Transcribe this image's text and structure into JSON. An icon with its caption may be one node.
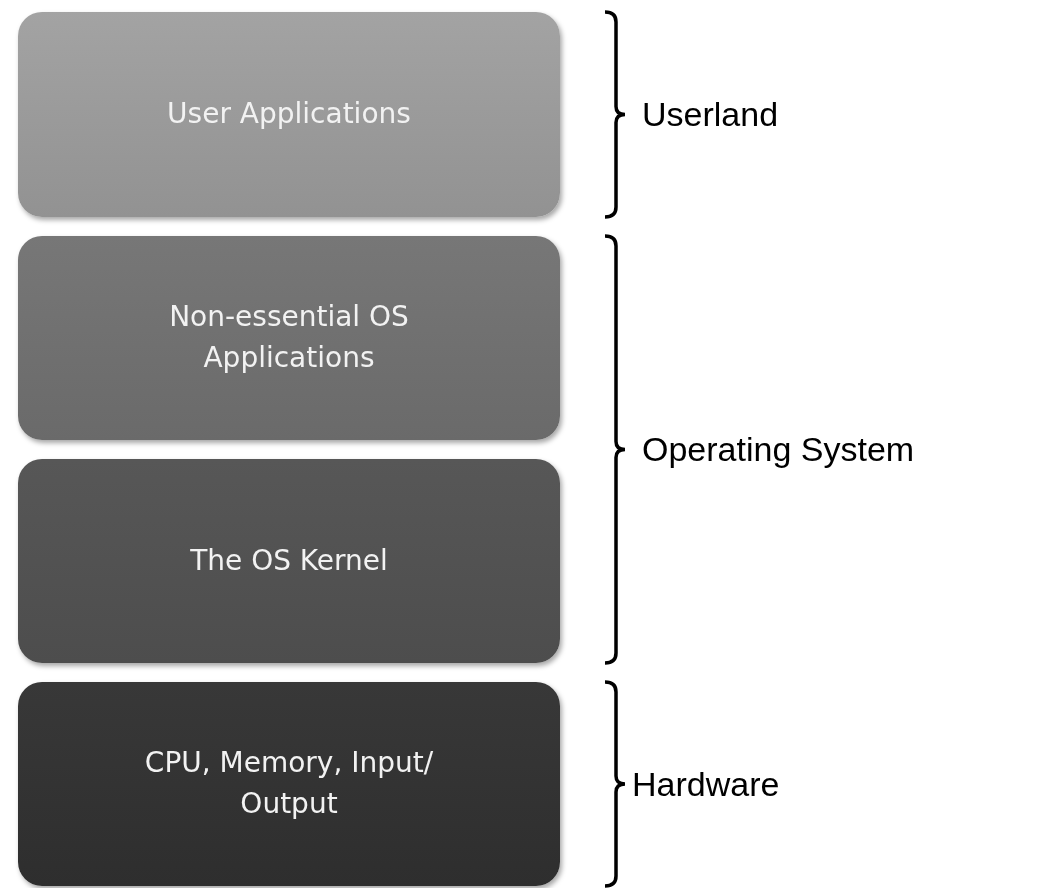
{
  "diagram": {
    "nodes": [
      {
        "text": [
          "User Applications"
        ]
      },
      {
        "text": [
          "Non-essential OS Applications"
        ]
      },
      {
        "text": [
          "The OS Kernel"
        ]
      },
      {
        "text": [
          "CPU, Memory, Input/ Output"
        ]
      }
    ],
    "labels": [
      "Userland",
      "Operating System",
      "Hardware"
    ]
  }
}
